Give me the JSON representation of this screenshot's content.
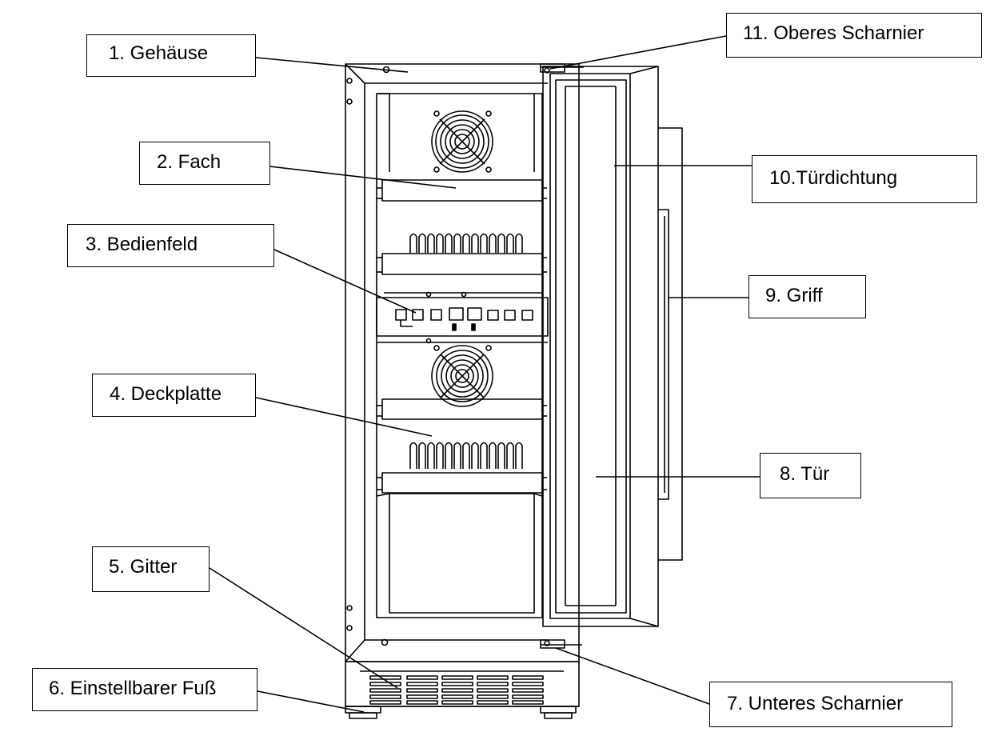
{
  "diagram": {
    "labels": {
      "gehaeuse": "1. Gehäuse",
      "fach": "2. Fach",
      "bedienfeld": "3. Bedienfeld",
      "deckplatte": "4. Deckplatte",
      "gitter": "5. Gitter",
      "fuss": "6. Einstellbarer Fuß",
      "unteres_scharnier": "7. Unteres Scharnier",
      "tuer": "8. Tür",
      "griff": "9. Griff",
      "tuerdichtung": "10.Türdichtung",
      "oberes_scharnier": "11. Oberes Scharnier"
    },
    "colors": {
      "line": "#000000",
      "background": "#ffffff"
    }
  }
}
